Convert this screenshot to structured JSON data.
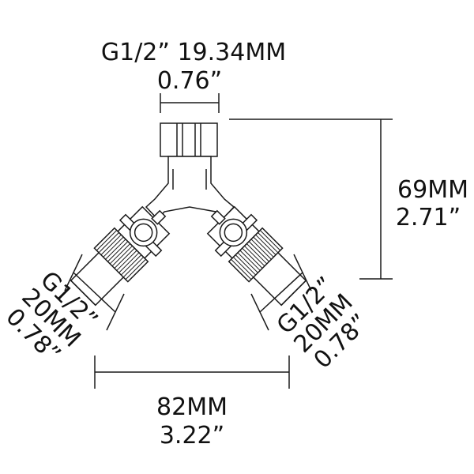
{
  "colors": {
    "line": "#1a1a1a",
    "background": "#ffffff"
  },
  "labels": {
    "top_thread": "G1/2” 19.34MM",
    "top_width_inch": "0.76”",
    "height_mm": "69MM",
    "height_inch": "2.71”",
    "left_thread": "G1/2”",
    "left_mm": "20MM",
    "left_inch": "0.78”",
    "right_thread": "G1/2”",
    "right_mm": "20MM",
    "right_inch": "0.78”",
    "bottom_mm": "82MM",
    "bottom_inch": "3.22”"
  }
}
